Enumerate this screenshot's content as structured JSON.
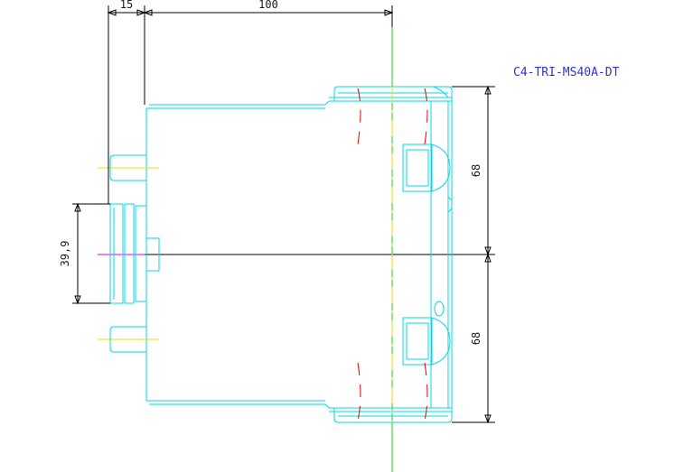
{
  "drawing": {
    "part_label": "C4-TRI-MS40A-DT",
    "dimensions": {
      "top_left": "15",
      "top_main": "100",
      "right_upper": "68",
      "right_lower": "68",
      "left_height": "39,9"
    }
  },
  "colors": {
    "outline": "#00d8e8",
    "dimension": "#000000",
    "centerline": "#e8e000",
    "axis": "#20d020",
    "hidden": "#e00000",
    "label": "#3030e0"
  }
}
